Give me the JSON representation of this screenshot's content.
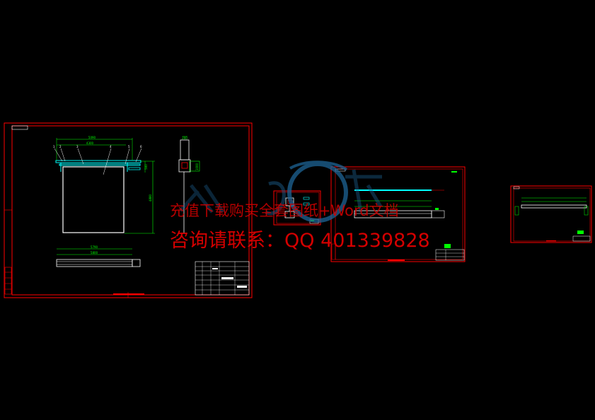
{
  "watermark": {
    "line1": "充值下载购买全套图纸+Word文档",
    "line2": "咨询请联系：QQ 401339828"
  },
  "sheet1": {
    "dims": [
      "5090",
      "4300",
      "4880",
      "5790",
      "5800",
      "5100",
      "1000",
      "500",
      "200"
    ],
    "callouts": [
      "1",
      "2",
      "3",
      "4",
      "5",
      "6"
    ]
  },
  "colors": {
    "frame": "#ff0000",
    "outline": "#ffffff",
    "rail": "#00ffff",
    "dimension": "#00ff00",
    "watermark": "#d40000",
    "logo": "#1e6496"
  }
}
